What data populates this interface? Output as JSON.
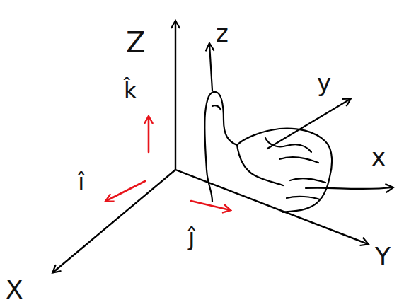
{
  "diagram": {
    "labels": [
      "Z",
      "z",
      "k̂",
      "y",
      "î",
      "x",
      "ĵ",
      "X",
      "Y"
    ]
  }
}
